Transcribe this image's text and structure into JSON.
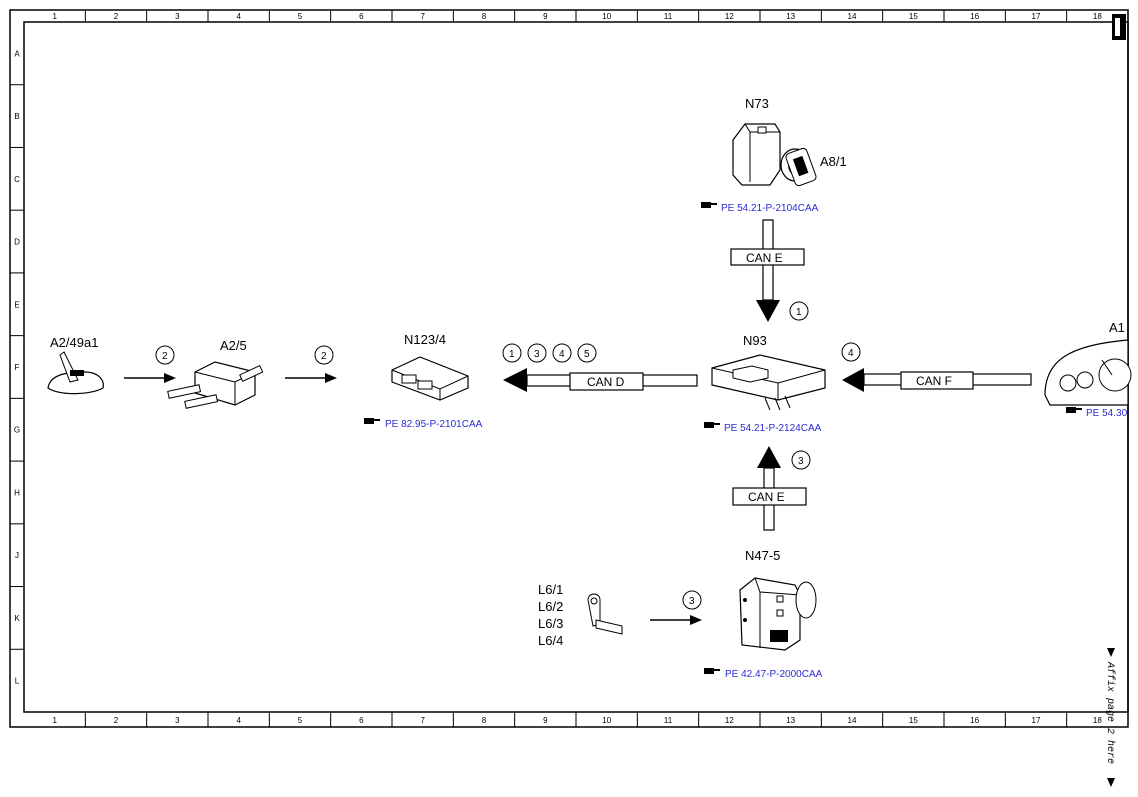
{
  "frame": {
    "columns": [
      "1",
      "2",
      "3",
      "4",
      "5",
      "6",
      "7",
      "8",
      "9",
      "10",
      "11",
      "12",
      "13",
      "14",
      "15",
      "16",
      "17",
      "18"
    ],
    "rows": [
      "A",
      "B",
      "C",
      "D",
      "E",
      "F",
      "G",
      "H",
      "J",
      "K",
      "L"
    ]
  },
  "components": {
    "n73": {
      "label": "N73",
      "sublabel": "A8/1",
      "ref": "PE 54.21-P-2104CAA"
    },
    "n93": {
      "label": "N93",
      "ref": "PE 54.21-P-2124CAA"
    },
    "n123": {
      "label": "N123/4",
      "ref": "PE 82.95-P-2101CAA"
    },
    "a2_49a1": {
      "label": "A2/49a1"
    },
    "a2_5": {
      "label": "A2/5"
    },
    "a1": {
      "label": "A1",
      "ref": "PE 54.30"
    },
    "n47": {
      "label": "N47-5",
      "ref": "PE 42.47-P-2000CAA"
    },
    "l6": {
      "labels": [
        "L6/1",
        "L6/2",
        "L6/3",
        "L6/4"
      ]
    }
  },
  "buses": {
    "can_e_top": "CAN E",
    "can_e_bottom": "CAN E",
    "can_d": "CAN D",
    "can_f": "CAN F"
  },
  "markers": {
    "top_arrow": "1",
    "can_f": "4",
    "bottom_arrow": "3",
    "can_d": [
      "1",
      "3",
      "4",
      "5"
    ],
    "a2_49a1_out": "2",
    "a2_5_out": "2",
    "l6_out": "3"
  },
  "footer": {
    "affix": "Affix page 2 here"
  }
}
